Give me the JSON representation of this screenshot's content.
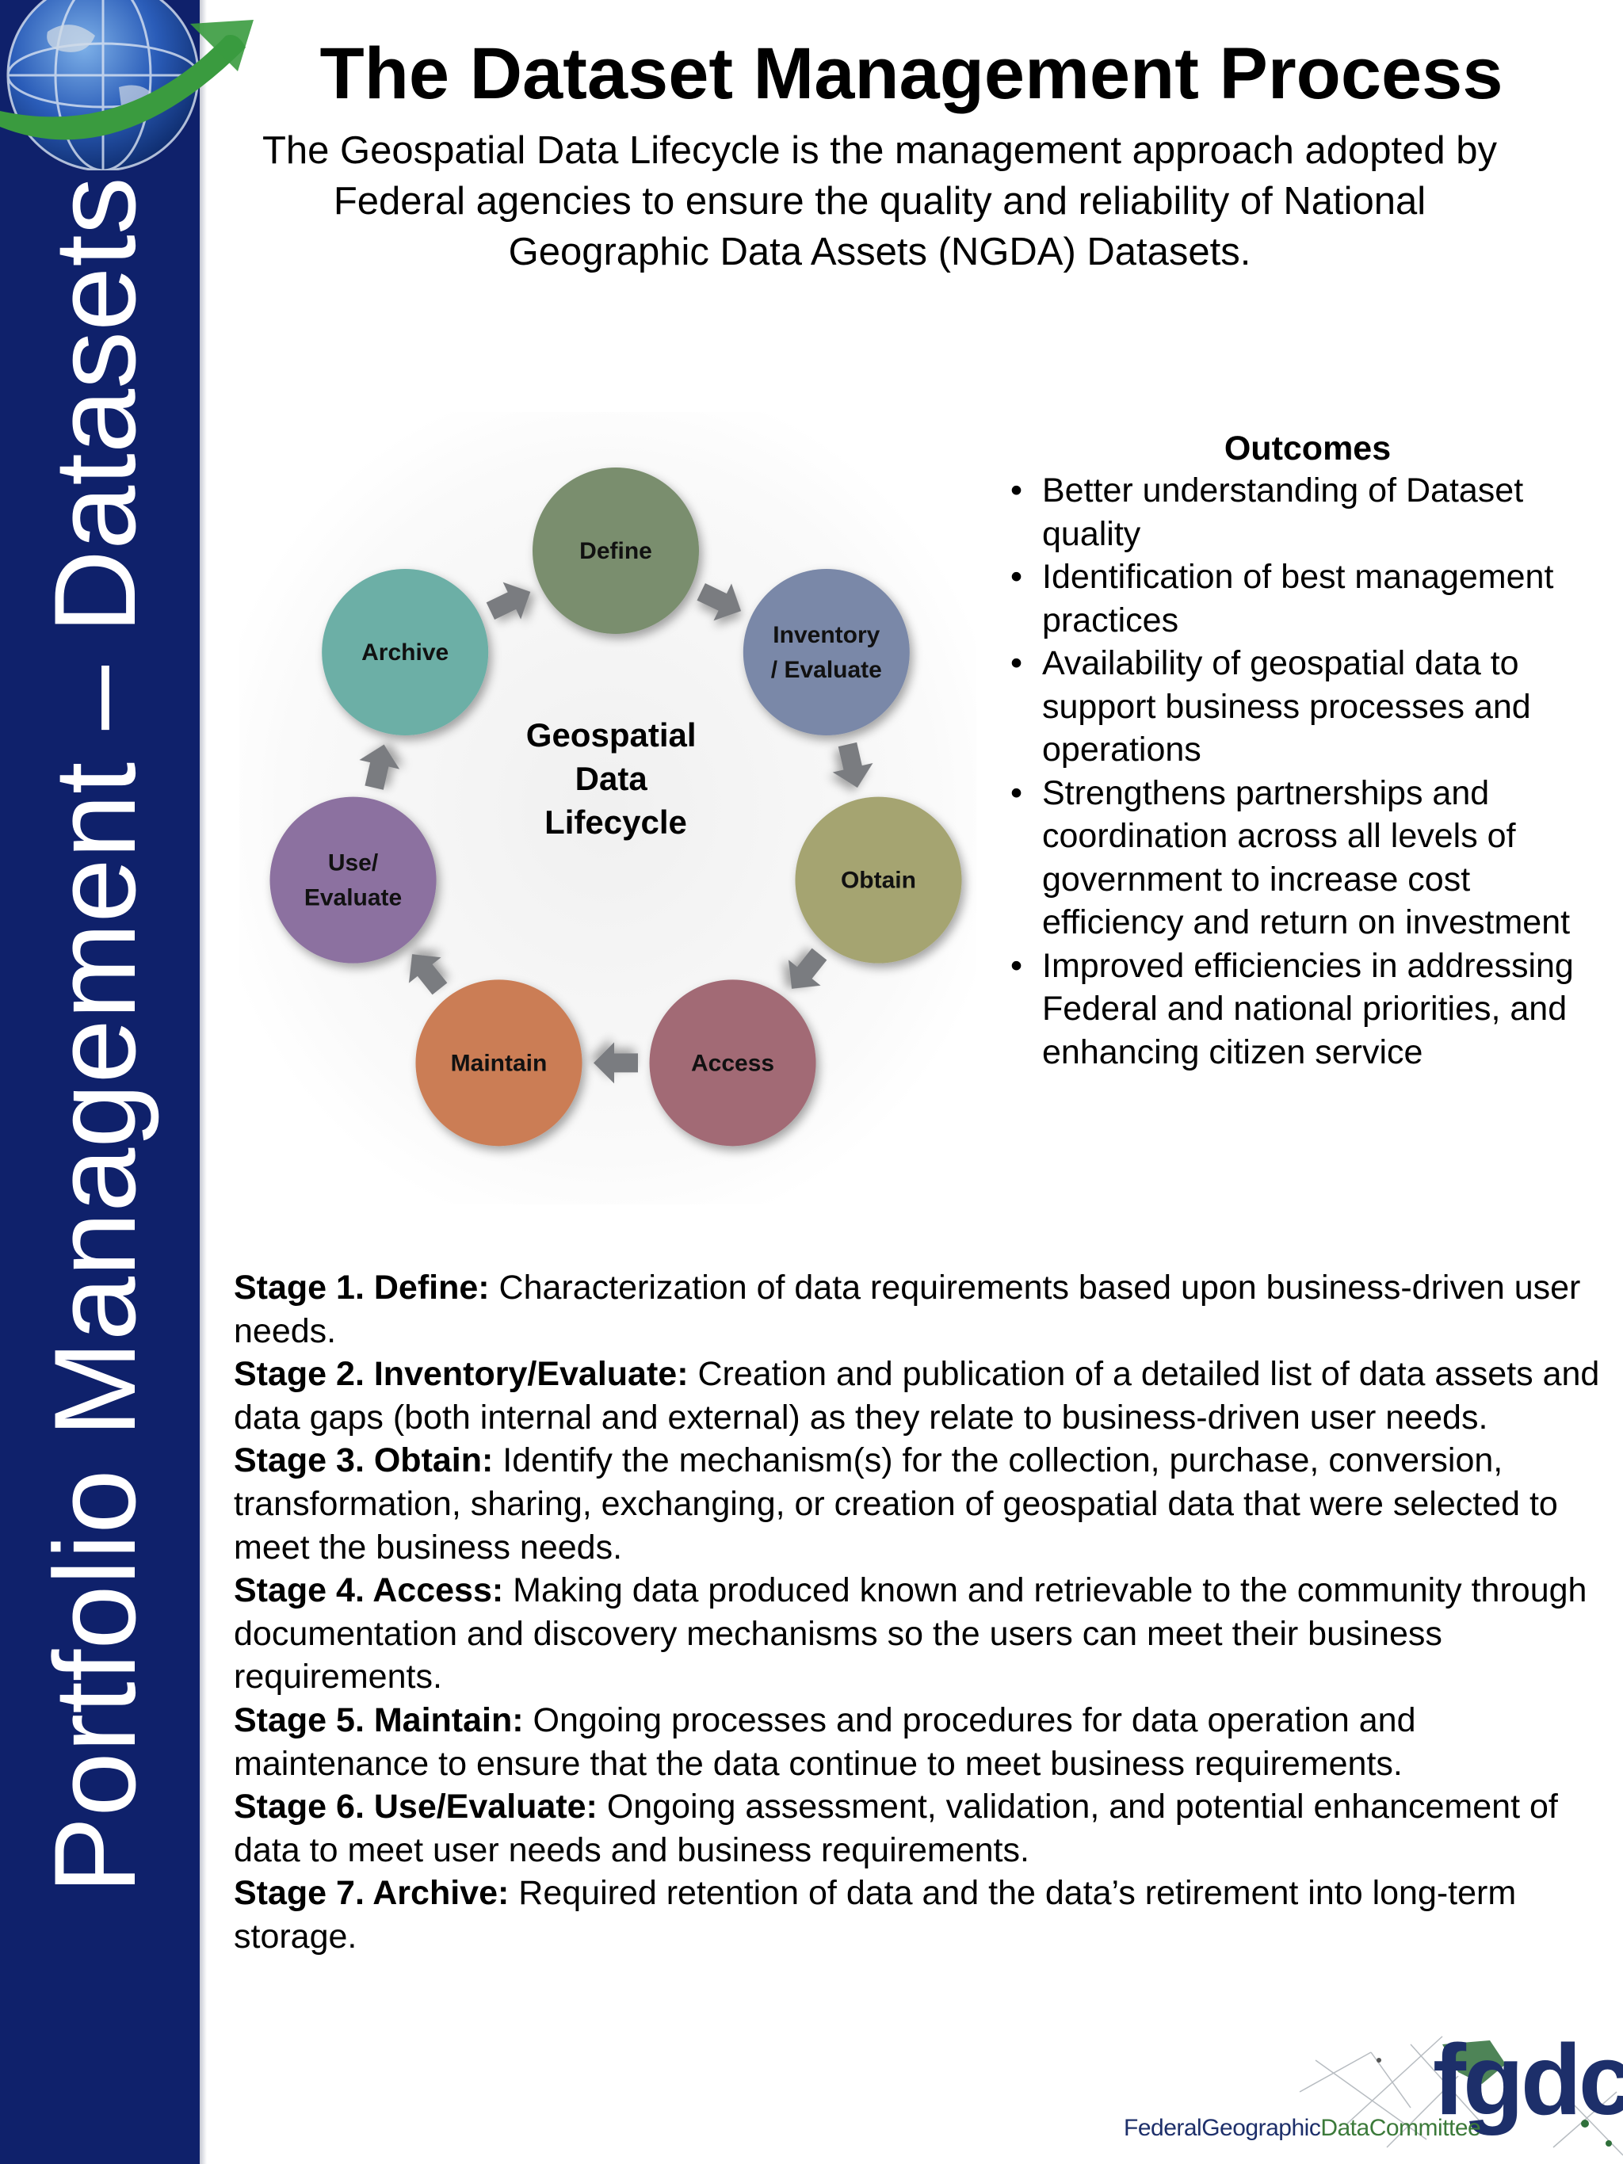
{
  "sidebar": {
    "title": "Portfolio Management – Datasets"
  },
  "header": {
    "title": "The Dataset Management Process",
    "intro": "The Geospatial Data Lifecycle is the management approach adopted by Federal agencies to ensure the quality and reliability of National Geographic Data Assets (NGDA) Datasets."
  },
  "diagram": {
    "center_lines": [
      "Geospatial",
      "Data",
      "Lifecycle"
    ],
    "nodes": [
      {
        "lines": [
          "Define"
        ],
        "color": "#7a8e6e"
      },
      {
        "lines": [
          "Inventory",
          "/ Evaluate"
        ],
        "color": "#7a88a8"
      },
      {
        "lines": [
          "Obtain"
        ],
        "color": "#a5a471"
      },
      {
        "lines": [
          "Access"
        ],
        "color": "#a26a74"
      },
      {
        "lines": [
          "Maintain"
        ],
        "color": "#cb7d55"
      },
      {
        "lines": [
          "Use/",
          "Evaluate"
        ],
        "color": "#8c71a0"
      },
      {
        "lines": [
          "Archive"
        ],
        "color": "#6cafa6"
      }
    ],
    "arrow_color": "#7a7c80"
  },
  "outcomes": {
    "title": "Outcomes",
    "items": [
      "Better understanding of Dataset quality",
      "Identification of best management practices",
      "Availability of geospatial data to support business processes and operations",
      "Strengthens partnerships and coordination across all levels of government to increase cost efficiency and return on investment",
      "Improved efficiencies in addressing Federal and national priorities, and enhancing citizen service"
    ]
  },
  "stages": [
    {
      "label": "Stage 1. Define:",
      "text": " Characterization of data requirements based upon business-driven user needs."
    },
    {
      "label": "Stage 2. Inventory/Evaluate:",
      "text": " Creation and publication of a detailed list of data assets and data gaps (both internal and external) as they relate to business-driven user needs."
    },
    {
      "label": "Stage 3. Obtain:",
      "text": " Identify the mechanism(s) for the collection, purchase, conversion, transformation, sharing, exchanging, or creation of geospatial data that were selected to meet the business needs."
    },
    {
      "label": "Stage 4. Access:",
      "text": " Making data produced known and retrievable to the community through documentation and discovery mechanisms so the users can meet their business requirements."
    },
    {
      "label": "Stage 5. Maintain:",
      "text": " Ongoing processes and procedures for data operation and maintenance to ensure that the data continue to meet business requirements."
    },
    {
      "label": "Stage 6. Use/Evaluate:",
      "text": " Ongoing assessment, validation, and potential enhancement of data to meet user needs and business requirements."
    },
    {
      "label": "Stage 7. Archive:",
      "text": " Required retention of data and the data’s retirement into long-term storage."
    }
  ],
  "footer": {
    "logo": "fgdc",
    "org_name_parts": [
      "FederalGeographic",
      "DataCommittee"
    ]
  }
}
